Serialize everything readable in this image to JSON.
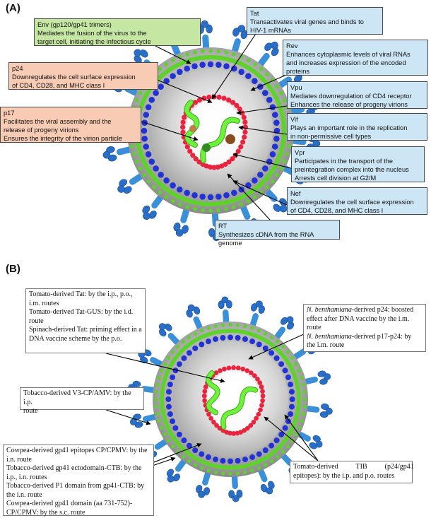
{
  "panel_a": {
    "letter": "(A)",
    "labels": {
      "env": [
        "Env (gp120/gp41 trimers)",
        "Mediates the fusion of the virus to the",
        "target cell, initiating the infectious cycle"
      ],
      "p24": [
        "p24",
        "Downregulates the cell surface expression",
        "of CD4, CD28, and MHC class I"
      ],
      "p17": [
        "p17",
        "Facilitates the viral assembly and the",
        "release of progeny virions",
        "Ensures the integrity of the virion particle"
      ],
      "tat": [
        "Tat",
        "Transactivates viral genes and binds to",
        "HIV-1 mRNAs"
      ],
      "rev": [
        "Rev",
        "Enhances cytoplasmic levels of viral RNAs",
        "and increases expression of the encoded",
        "proteins"
      ],
      "vpu": [
        "Vpu",
        "Mediates downregulation of CD4 receptor",
        "Enhances the release of progeny virions"
      ],
      "vif": [
        "Vif",
        "Plays an important role in the replication",
        "in non-permissive cell types"
      ],
      "vpr": [
        "Vpr",
        "Participates in the transport of the",
        "preintegration complex into the nucleus",
        "Arrests cell division at G2/M"
      ],
      "nef": [
        "Nef",
        "Downregulates the cell surface expression",
        "of CD4, CD28, and MHC class I"
      ],
      "rt": [
        "RT",
        "Synthesizes cDNA from the RNA genome"
      ]
    }
  },
  "panel_b": {
    "letter": "(B)",
    "tat_box": {
      "l1a": "Tomato-derived Tat: by the i.p., p.o.,",
      "l1b": "i.m. routes",
      "l2": "Tomato-derived Tat-GUS: by the i.d.",
      "l2b": "route",
      "l3a": "Spinach-derived Tat: priming effect in a",
      "l3b": "DNA vaccine scheme by the p.o."
    },
    "p24_box": {
      "sp": "N. benthamiana",
      "l1a": "-derived p24: boosted",
      "l1b": "effect after DNA vaccine by the i.m.",
      "l1c": "route",
      "l2a": "-derived p17-p24: by",
      "l2b": "the i.m. route"
    },
    "v3_box": {
      "l1": "Tobacco-derived V3-CP/AMV: by the i.p.",
      "l2": "route"
    },
    "tib_box": {
      "l1": "Tomato-derived          TIB          (p24/gp41",
      "l2": "epitopes): by the i.p. and p.o. routes"
    },
    "gp41_box": {
      "l1": "Cowpea-derived gp41 epitopes CP/CPMV: by the",
      "l1b": "i.n. route",
      "l2": "Tobacco-derived gp41 ectodomain-CTB: by the",
      "l2b": "i.p., i.n. routes",
      "l3": "Tobacco-derived P1 domain from gp41-CTB: by",
      "l3b": "the i.n. route",
      "l4": "Cowpea-derived gp41 domain (aa 731-752)-",
      "l4b": "CP/CPMV: by the s.c. route"
    }
  },
  "colors": {
    "outer_gray": "#9d9d9d",
    "membrane_green": "#5fd12b",
    "matrix_blue": "#2233d6",
    "inner_gray": "#c9c9c9",
    "capsid_red": "#e8243f",
    "rna_green": "#6ff03a",
    "spike_blue": "#3a8fd9"
  }
}
